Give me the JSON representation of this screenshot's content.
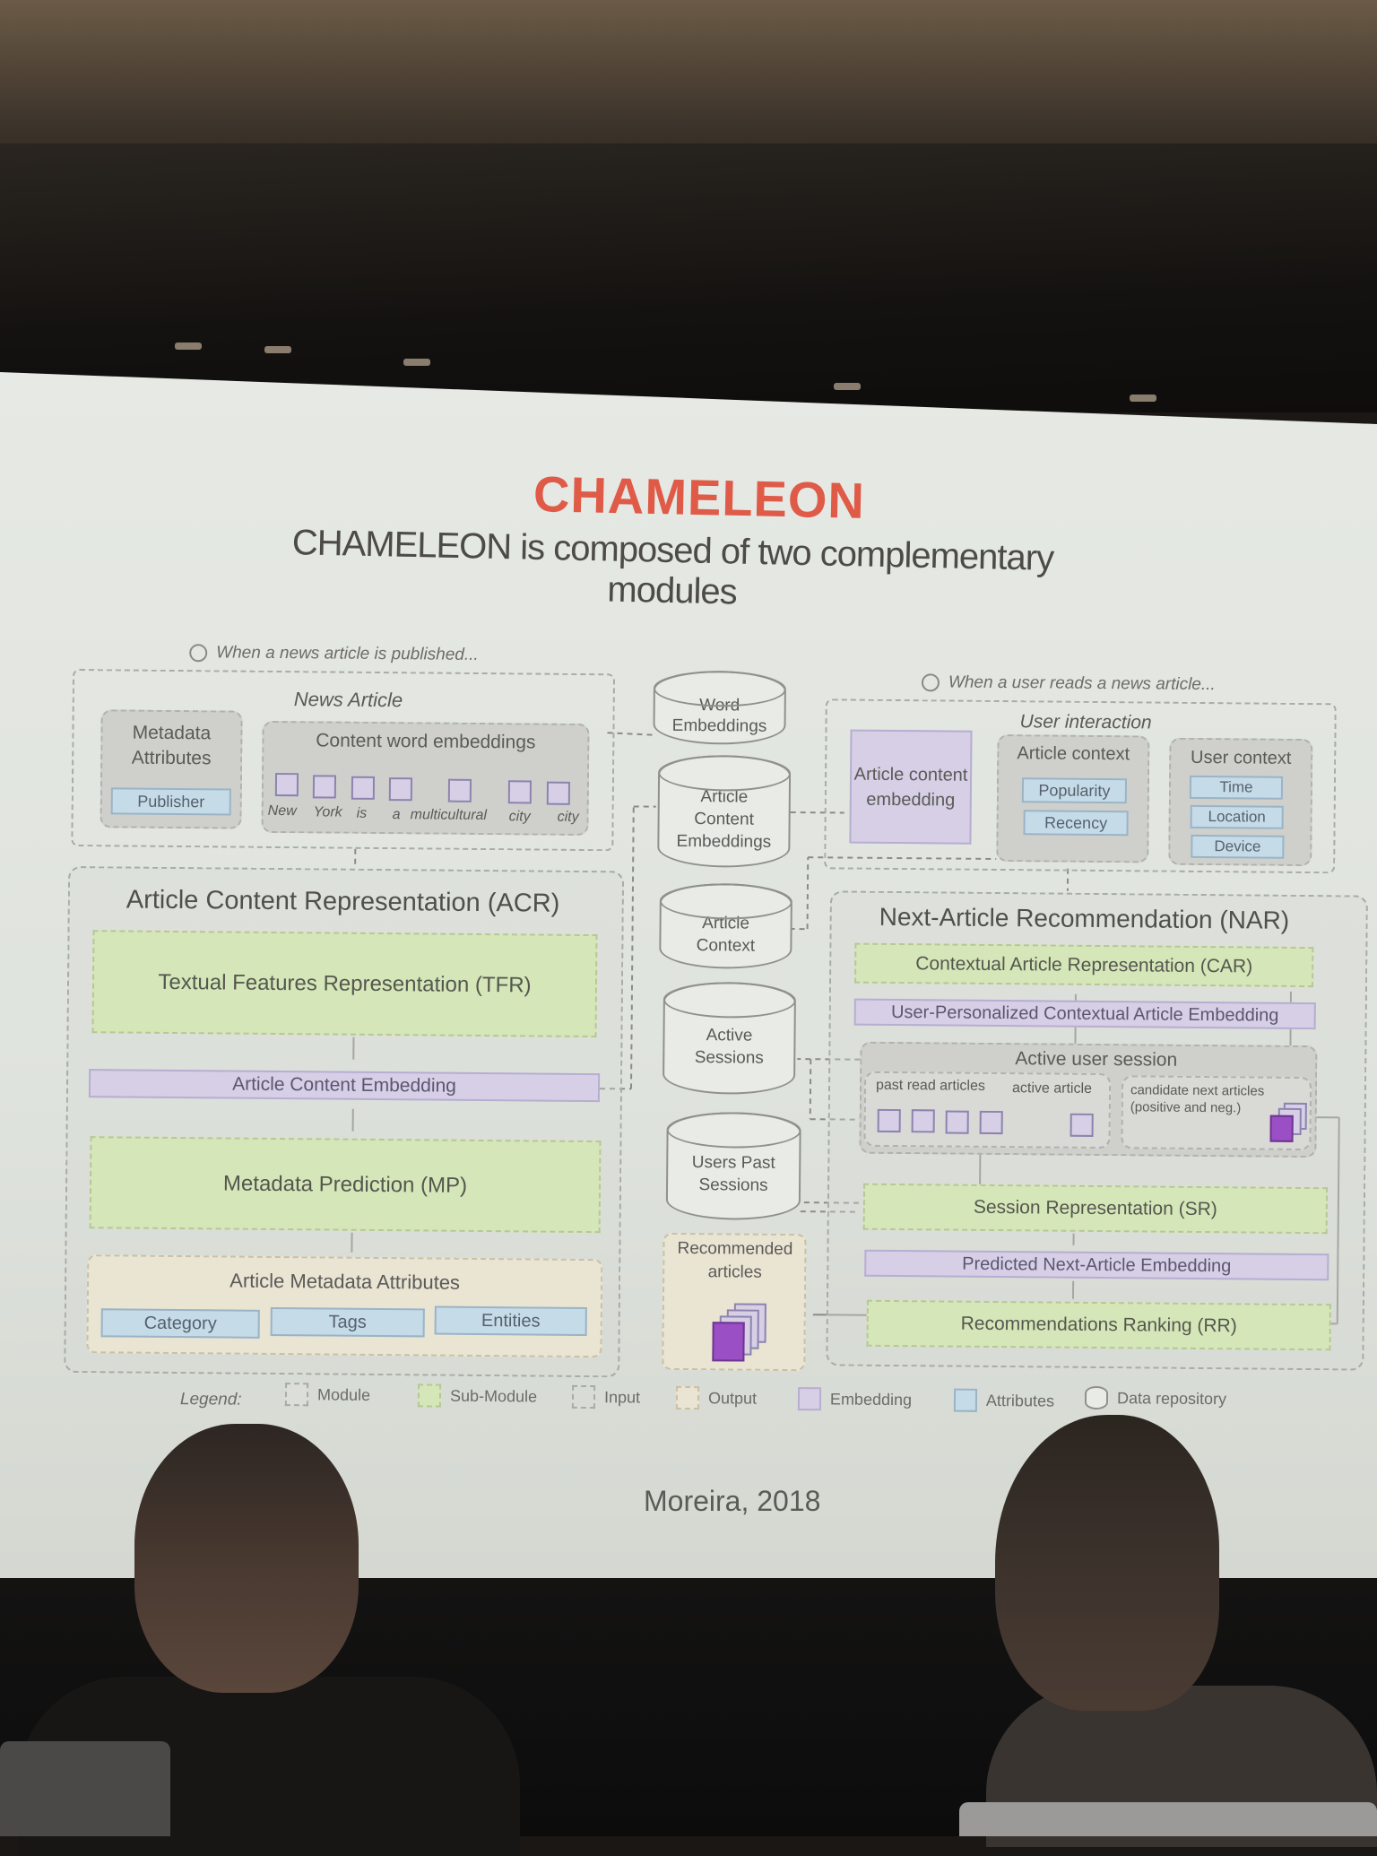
{
  "slide": {
    "title": "CHAMELEON",
    "subtitle": "CHAMELEON is composed of two complementary modules",
    "citation": "Moreira, 2018"
  },
  "left_section": {
    "caption": "When a news article is published...",
    "news_article": {
      "label": "News Article",
      "metadata": {
        "label": "Metadata Attributes",
        "publisher": "Publisher"
      },
      "content": {
        "label": "Content word embeddings",
        "words": [
          "New",
          "York",
          "is",
          "a",
          "multicultural",
          "city",
          ". . ."
        ]
      }
    },
    "acr": {
      "title": "Article Content Representation (ACR)",
      "tfr": "Textual Features Representation (TFR)",
      "embedding": "Article Content Embedding",
      "mp": "Metadata Prediction (MP)",
      "metadata_attributes": {
        "label": "Article Metadata Attributes",
        "items": [
          "Category",
          "Tags",
          "Entities"
        ]
      }
    }
  },
  "repositories": {
    "word_embeddings": "Word Embeddings",
    "article_content_embeddings": "Article Content Embeddings",
    "article_context": "Article Context",
    "active_sessions": "Active Sessions",
    "users_past_sessions": "Users Past Sessions",
    "recommended_articles": "Recommended articles"
  },
  "right_section": {
    "caption": "When a user reads a news article...",
    "user_interaction": {
      "label": "User interaction",
      "article_content_embedding": "Article content embedding",
      "article_context": {
        "label": "Article context",
        "items": [
          "Popularity",
          "Recency"
        ]
      },
      "user_context": {
        "label": "User context",
        "items": [
          "Time",
          "Location",
          "Device"
        ]
      }
    },
    "nar": {
      "title": "Next-Article Recommendation (NAR)",
      "car": "Contextual Article Representation (CAR)",
      "upcae": "User-Personalized Contextual Article Embedding",
      "active_session": {
        "label": "Active user session",
        "past_read": "past read articles",
        "active": "active article",
        "candidates": "candidate next articles (positive and neg.)"
      },
      "sr": "Session Representation (SR)",
      "predicted": "Predicted Next-Article Embedding",
      "rr": "Recommendations Ranking (RR)"
    }
  },
  "legend": {
    "label": "Legend:",
    "items": [
      "Module",
      "Sub-Module",
      "Input",
      "Output",
      "Embedding",
      "Attributes",
      "Data repository"
    ]
  },
  "colors": {
    "title_red": "#e05a48",
    "sub_module_green": "#d5e6b8",
    "embedding_purple": "#d6cfe6",
    "attributes_blue": "#c6dbe8",
    "output_beige": "#eae4d3"
  }
}
